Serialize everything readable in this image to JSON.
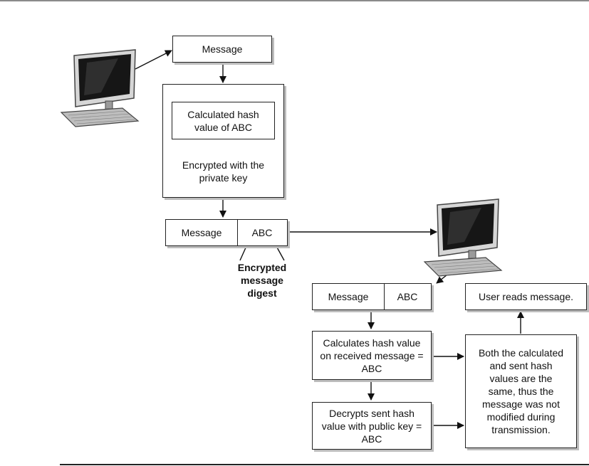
{
  "sender": {
    "message": "Message",
    "hash_box": "Calculated hash value of ABC",
    "encrypted_with": "Encrypted with the private key",
    "packet_message": "Message",
    "packet_digest": "ABC",
    "digest_caption": "Encrypted message digest"
  },
  "receiver": {
    "packet_message": "Message",
    "packet_digest": "ABC",
    "calculates": "Calculates hash value on received message = ABC",
    "decrypts": "Decrypts sent hash value with public key = ABC",
    "comparison": "Both the calculated and sent hash values are the same, thus the message was not modified during transmission.",
    "reads": "User reads message."
  },
  "icons": [
    "computer-icon",
    "computer-icon"
  ]
}
